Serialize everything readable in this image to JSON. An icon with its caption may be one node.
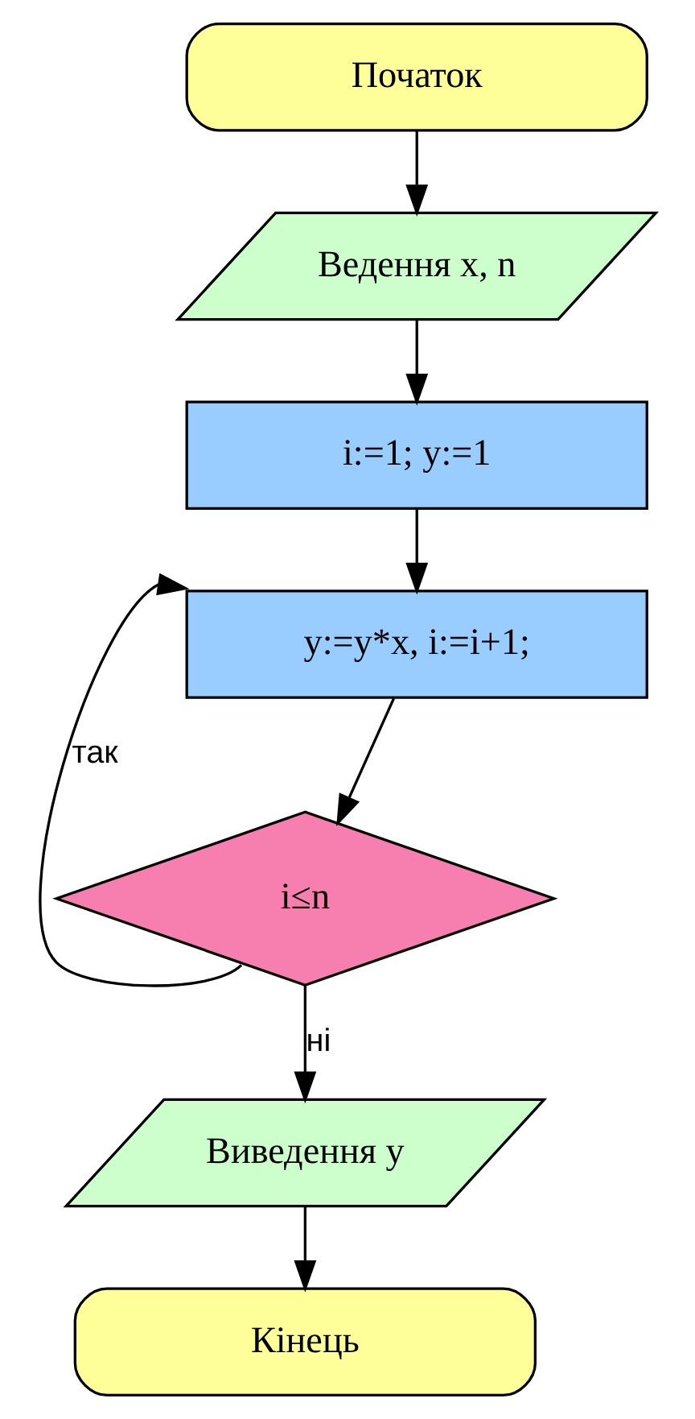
{
  "diagram": {
    "nodes": [
      {
        "text": [
          "Початок"
        ]
      },
      {
        "text": [
          "Ведення x, n"
        ]
      },
      {
        "text": [
          "i:=1; y:=1"
        ]
      },
      {
        "text": [
          "y:=y*x, i:=i+1;"
        ]
      },
      {
        "text": [
          "i≤n"
        ]
      },
      {
        "text": [
          "Виведення y"
        ]
      },
      {
        "text": [
          "Кінець"
        ]
      }
    ],
    "edges": [
      {
        "from": 0,
        "to": 1,
        "arrow": "to"
      },
      {
        "from": 1,
        "to": 2,
        "arrow": "to"
      },
      {
        "from": 2,
        "to": 3,
        "arrow": "to"
      },
      {
        "from": 3,
        "to": 4,
        "arrow": "to"
      },
      {
        "from": 4,
        "to": 3,
        "arrow": "to",
        "label": "так"
      },
      {
        "from": 4,
        "to": 5,
        "arrow": "to",
        "label": "ні"
      },
      {
        "from": 5,
        "to": 6,
        "arrow": "to"
      }
    ]
  }
}
